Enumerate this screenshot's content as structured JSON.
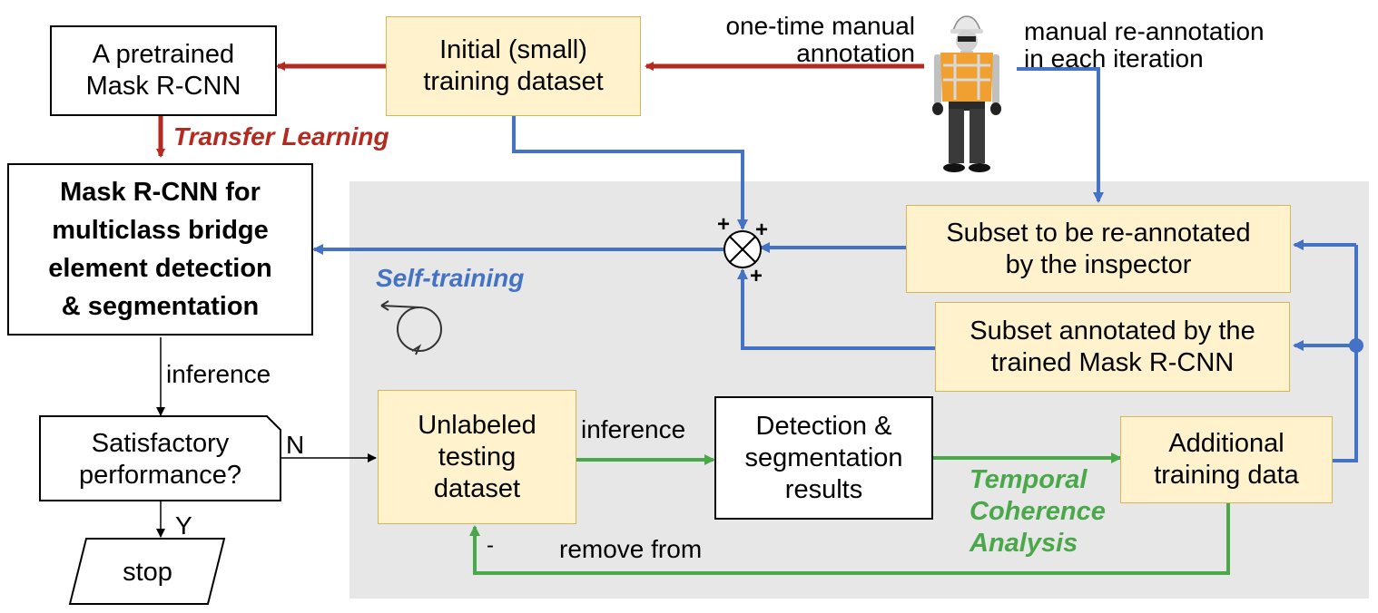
{
  "nodes": {
    "pretrained": [
      "A pretrained",
      "Mask R-CNN"
    ],
    "main_model": [
      "Mask R-CNN for",
      "multiclass bridge",
      "element detection",
      "& segmentation"
    ],
    "decision": [
      "Satisfactory",
      "performance?"
    ],
    "stop": "stop",
    "initial_dataset": [
      "Initial (small)",
      "training dataset"
    ],
    "reannotate_subset": [
      "Subset to be re-annotated",
      "by the inspector"
    ],
    "model_subset": [
      "Subset annotated by the",
      "trained Mask R-CNN"
    ],
    "unlabeled": [
      "Unlabeled",
      "testing",
      "dataset"
    ],
    "detection": [
      "Detection &",
      "segmentation",
      "results"
    ],
    "additional": [
      "Additional",
      "training data"
    ]
  },
  "labels": {
    "one_time": [
      "one-time manual",
      "annotation"
    ],
    "reannotation": [
      "manual re-annotation",
      "in each iteration"
    ],
    "transfer_learning": "Transfer Learning",
    "self_training": "Self-training",
    "inference_left": "inference",
    "inference_mid": "inference",
    "no": "N",
    "yes": "Y",
    "remove_from": "remove from",
    "temporal": [
      "Temporal",
      "Coherence",
      "Analysis"
    ]
  },
  "signs": {
    "plus": "+",
    "minus": "-"
  },
  "colors": {
    "transfer_arrow": "#b52a1f",
    "self_training_arrow": "#4472c4",
    "temporal_arrow": "#4aa84a",
    "dataset_fill": "#fff2cc",
    "panel_fill": "#e7e7e7"
  }
}
